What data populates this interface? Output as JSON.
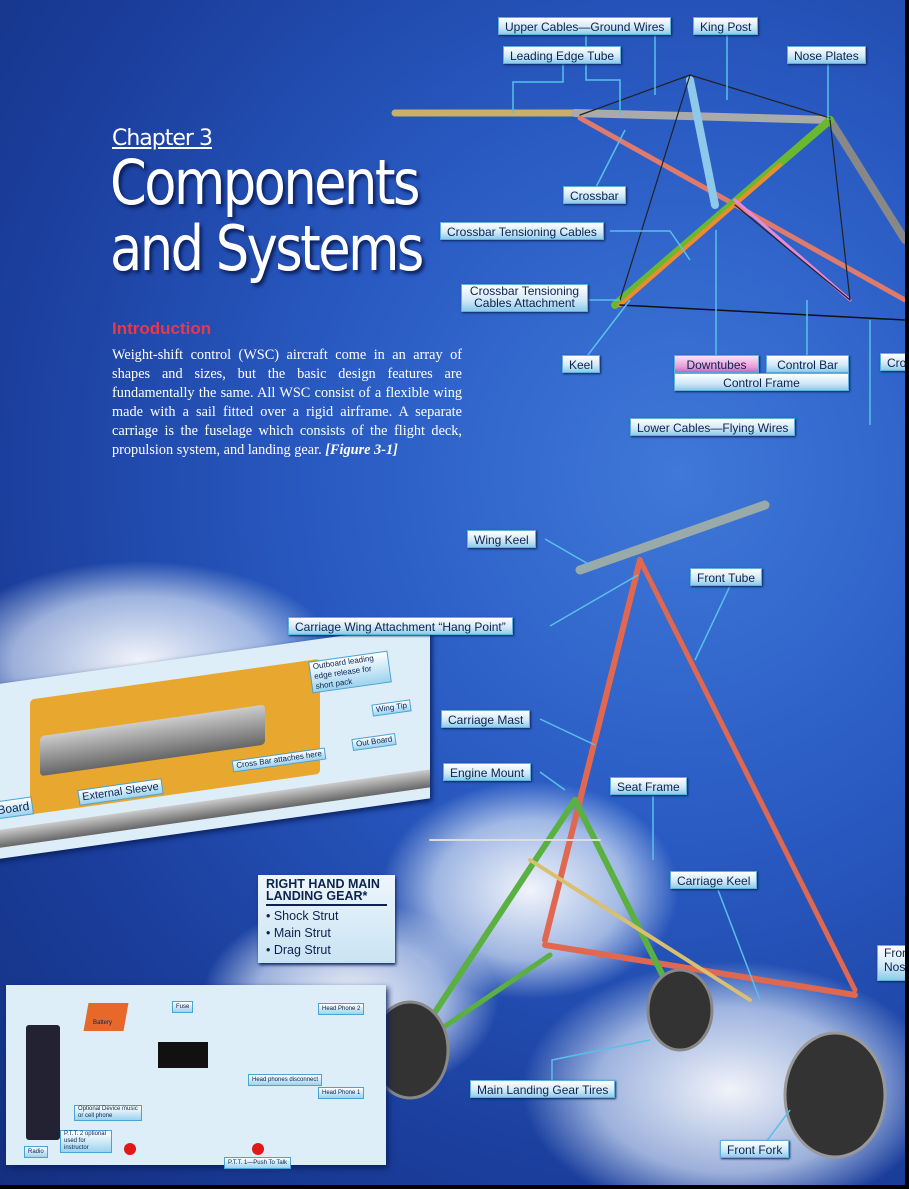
{
  "chapter": "Chapter 3",
  "title_line1": "Components",
  "title_line2": "and Systems",
  "intro": {
    "heading": "Introduction",
    "body": "Weight-shift control (WSC) aircraft come in an array of shapes and sizes, but the basic design features are fundamentally the same. All WSC consist of a flexible wing made with a sail fitted over a rigid airframe. A separate carriage is the fuselage which consists of the flight deck, propulsion system, and landing gear. ",
    "figure_ref": "[Figure 3-1]"
  },
  "wing_labels": {
    "upper_cables": "Upper Cables—Ground Wires",
    "king_post": "King Post",
    "leading_edge": "Leading Edge Tube",
    "nose_plates": "Nose Plates",
    "crossbar": "Crossbar",
    "crossbar_cables": "Crossbar Tensioning Cables",
    "crossbar_attach": "Crossbar Tensioning Cables Attachment",
    "keel": "Keel",
    "downtubes": "Downtubes",
    "control_bar": "Control Bar",
    "control_frame": "Control Frame",
    "cro": "Cro",
    "lower_cables": "Lower Cables—Flying Wires"
  },
  "carriage_labels": {
    "wing_keel": "Wing Keel",
    "front_tube": "Front Tube",
    "hang_point": "Carriage Wing Attachment “Hang Point”",
    "mast": "Carriage Mast",
    "engine_mount": "Engine Mount",
    "seat_frame": "Seat Frame",
    "carriage_keel": "Carriage Keel",
    "front_nose": "Front Nose",
    "tires": "Main Landing Gear Tires",
    "front_fork": "Front Fork"
  },
  "landing_gear": {
    "heading": "RIGHT HAND MAIN LANDING GEAR*",
    "items": [
      "• Shock Strut",
      "• Main Strut",
      "• Drag Strut"
    ]
  },
  "tube_inset": {
    "outboard_release": "Outboard leading edge release for short pack",
    "wing_tip": "Wing Tip",
    "out_board": "Out Board",
    "cross_bar": "Cross Bar attaches here",
    "sleeve": "External Sleeve",
    "in_board": "In Board"
  },
  "radio_inset": {
    "fuse": "Fuse",
    "battery": "Battery",
    "hp2": "Head Phone 2",
    "disconnect": "Head phones disconnect",
    "hp1": "Head Phone 1",
    "optional": "Optional Device music or cell phone",
    "ptt2": "P.T.T. 2 optional used for instructor",
    "radio": "Radio",
    "ptt1": "P.T.T. 1—Push To Talk"
  }
}
